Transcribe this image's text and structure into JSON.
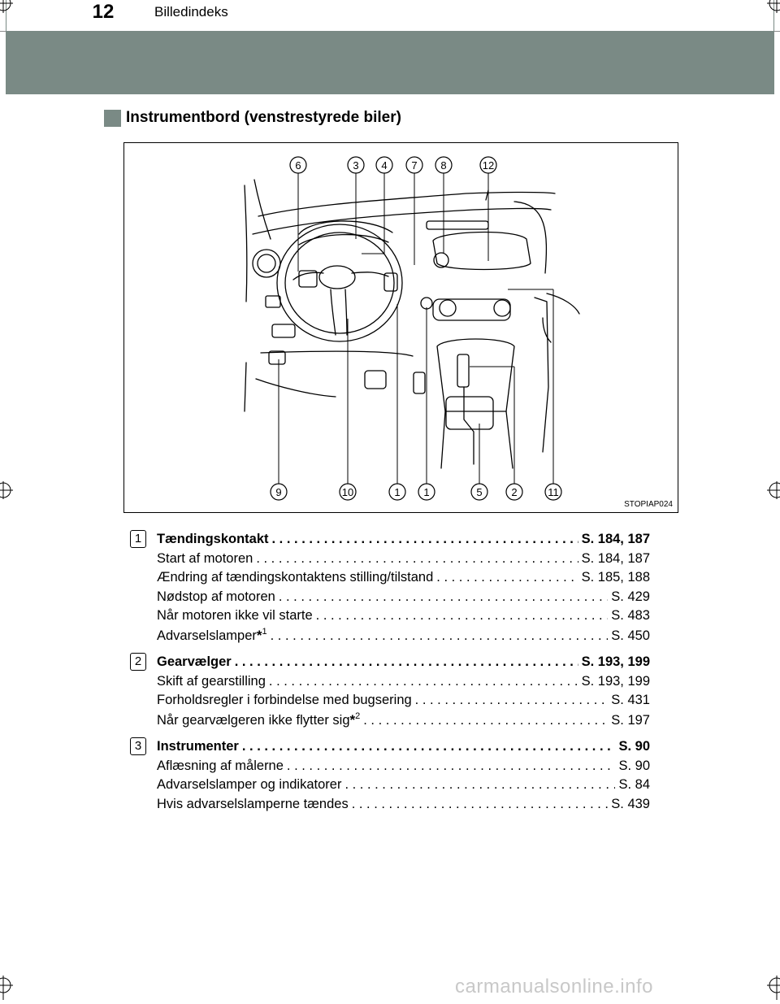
{
  "header": {
    "page_number": "12",
    "section": "Billedindeks"
  },
  "section_title": "Instrumentbord (venstrestyrede biler)",
  "diagram": {
    "code": "STOPIAP024",
    "callouts_top": [
      "6",
      "3",
      "4",
      "7",
      "8",
      "12"
    ],
    "callouts_bottom": [
      "9",
      "10",
      "1",
      "1",
      "5",
      "2",
      "11"
    ]
  },
  "entries": [
    {
      "num": "1",
      "title": "Tændingskontakt",
      "title_ref": "S. 184, 187",
      "items": [
        {
          "label": "Start af motoren",
          "ref": "S. 184, 187"
        },
        {
          "label": "Ændring af tændingskontaktens stilling/tilstand",
          "ref": "S. 185, 188"
        },
        {
          "label": "Nødstop af motoren",
          "ref": "S. 429"
        },
        {
          "label": "Når motoren ikke vil starte",
          "ref": "S. 483"
        },
        {
          "label": "Advarselslamper",
          "sup": "1",
          "ref": "S. 450"
        }
      ]
    },
    {
      "num": "2",
      "title": "Gearvælger",
      "title_ref": "S. 193, 199",
      "items": [
        {
          "label": "Skift af gearstilling",
          "ref": "S. 193, 199"
        },
        {
          "label": "Forholdsregler i forbindelse med bugsering",
          "ref": "S. 431"
        },
        {
          "label": "Når gearvælgeren ikke flytter sig",
          "sup": "2",
          "ref": "S. 197"
        }
      ]
    },
    {
      "num": "3",
      "title": "Instrumenter",
      "title_ref": "S. 90",
      "items": [
        {
          "label": "Aflæsning af målerne",
          "ref": "S. 90"
        },
        {
          "label": "Advarselslamper og indikatorer",
          "ref": "S. 84"
        },
        {
          "label": "Hvis advarselslamperne tændes",
          "ref": "S. 439"
        }
      ]
    }
  ],
  "watermark": "carmanualsonline.info",
  "colors": {
    "band": "#7a8a85",
    "watermark": "#c8c8c8"
  }
}
